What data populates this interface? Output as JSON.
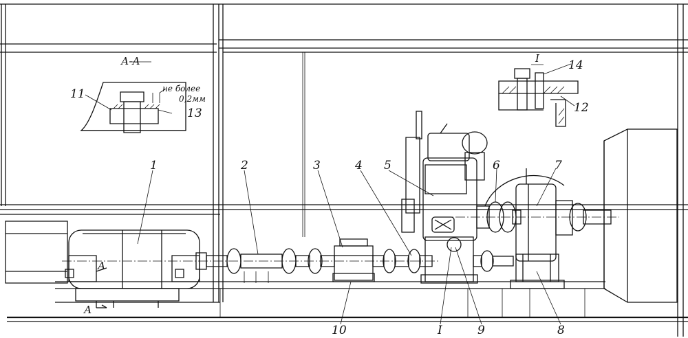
{
  "section_aa": {
    "title": "А-А",
    "note_line1": "не более",
    "note_line2": "0,2мм",
    "callouts": [
      "11",
      "13"
    ]
  },
  "detail_i": {
    "title": "I",
    "callouts": [
      "14",
      "12"
    ]
  },
  "positions": [
    "1",
    "2",
    "3",
    "4",
    "5",
    "6",
    "7",
    "8",
    "9",
    "10"
  ],
  "detail_ref": "I",
  "section_mark": "А"
}
